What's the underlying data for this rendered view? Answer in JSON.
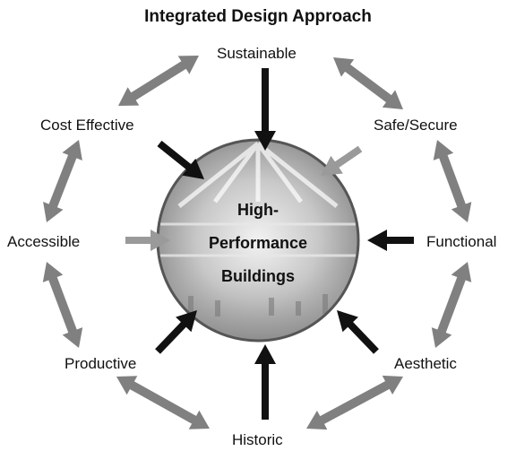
{
  "title": "Integrated Design Approach",
  "center": {
    "line1": "High-",
    "line2": "Performance",
    "line3": "Buildings"
  },
  "goals": {
    "sustainable": "Sustainable",
    "safe_secure": "Safe/Secure",
    "functional": "Functional",
    "aesthetic": "Aesthetic",
    "historic": "Historic",
    "productive": "Productive",
    "accessible": "Accessible",
    "cost_effective": "Cost Effective"
  },
  "colors": {
    "ring_arrow": "#808080",
    "inward_arrow_dark": "#111111",
    "inward_arrow_light": "#9a9a9a",
    "circle_outline": "#555555"
  }
}
